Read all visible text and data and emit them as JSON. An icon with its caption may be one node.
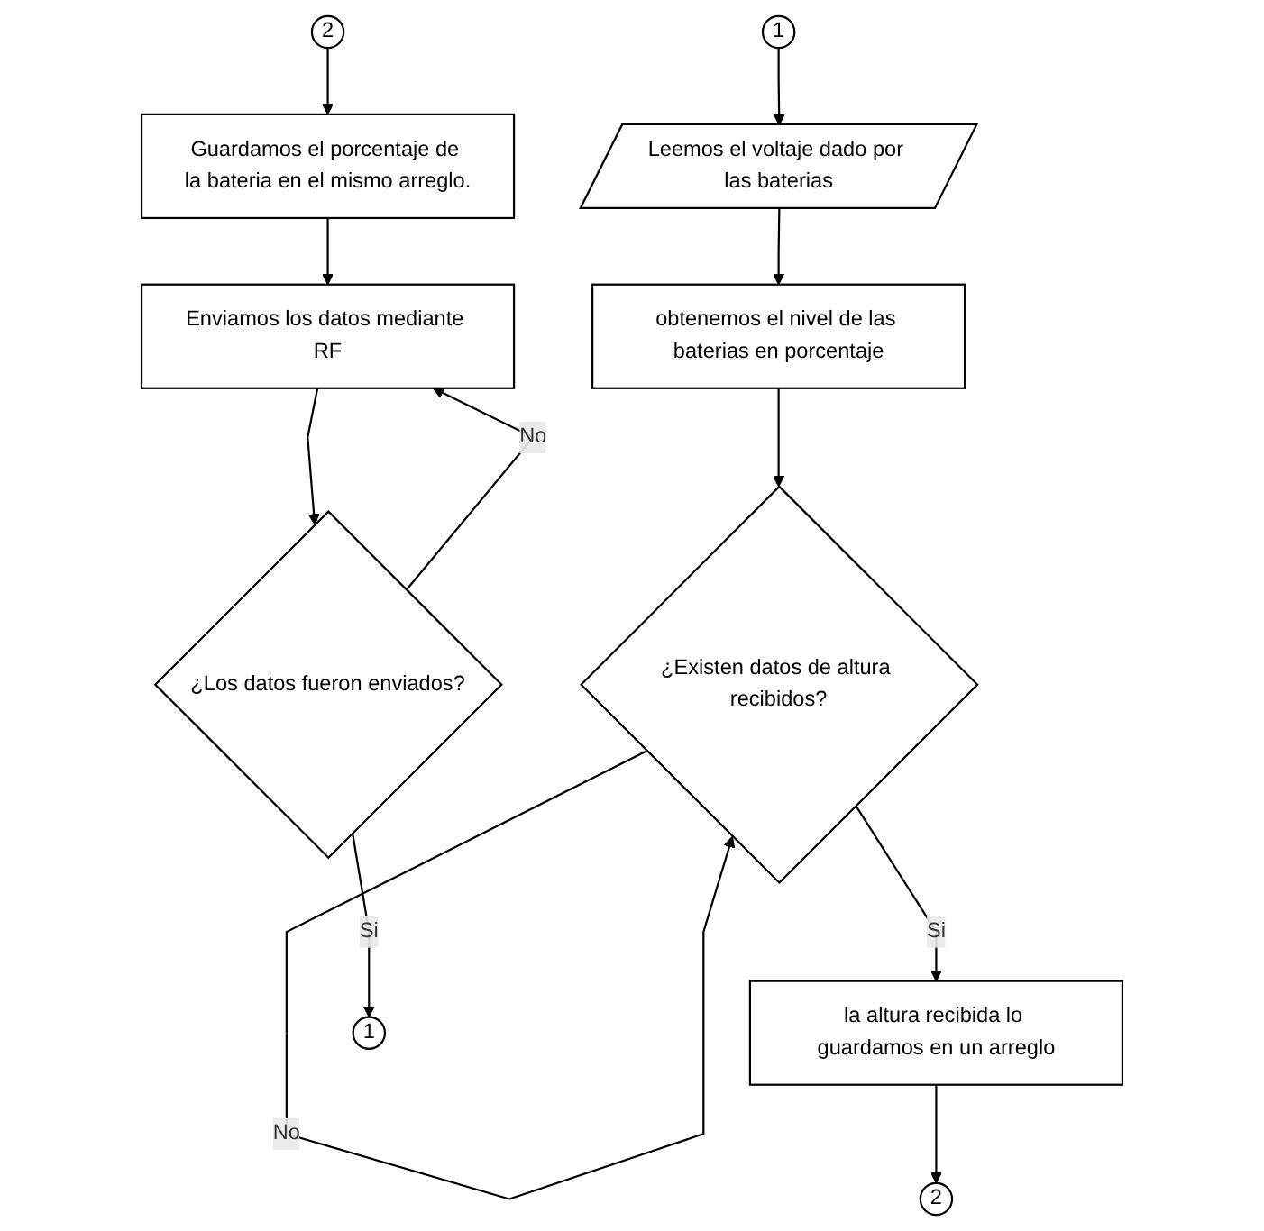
{
  "diagram": {
    "nodes": [
      {
        "text": [
          "1"
        ]
      },
      {
        "text": [
          "Leemos el voltaje dado por las baterias"
        ]
      },
      {
        "text": [
          "obtenemos el nivel de las baterias en porcentaje"
        ]
      },
      {
        "text": [
          "¿Existen datos de altura recibidos?"
        ]
      },
      {
        "text": [
          "la altura recibida lo guardamos en un arreglo"
        ]
      },
      {
        "text": [
          "2"
        ]
      },
      {
        "text": [
          "2"
        ]
      },
      {
        "text": [
          "Guardamos el porcentaje de la bateria en el mismo arreglo."
        ]
      },
      {
        "text": [
          "Enviamos los datos mediante RF"
        ]
      },
      {
        "text": [
          "¿Los datos fueron enviados?"
        ]
      },
      {
        "text": [
          "1"
        ]
      }
    ],
    "edges": [
      {
        "from": 0,
        "to": 1,
        "arrow": "to"
      },
      {
        "from": 1,
        "to": 2,
        "arrow": "to"
      },
      {
        "from": 2,
        "to": 3,
        "arrow": "to"
      },
      {
        "from": 3,
        "to": 3,
        "arrow": "to",
        "label": "No"
      },
      {
        "from": 3,
        "to": 4,
        "arrow": "to",
        "label": "Si"
      },
      {
        "from": 4,
        "to": 5,
        "arrow": "to"
      },
      {
        "from": 6,
        "to": 7,
        "arrow": "to"
      },
      {
        "from": 7,
        "to": 8,
        "arrow": "to"
      },
      {
        "from": 8,
        "to": 9,
        "arrow": "to"
      },
      {
        "from": 9,
        "to": 8,
        "arrow": "to",
        "label": "No"
      },
      {
        "from": 9,
        "to": 10,
        "arrow": "to",
        "label": "Si"
      }
    ]
  }
}
